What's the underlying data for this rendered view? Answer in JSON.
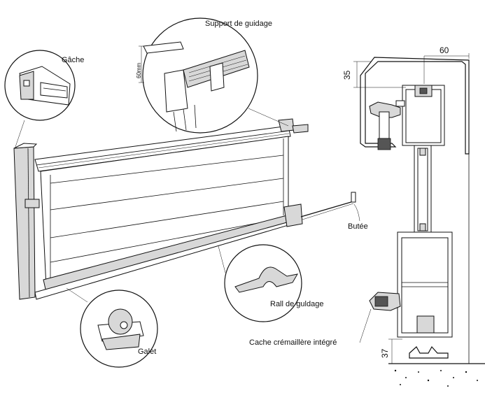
{
  "labels": {
    "support": "Support de guidage",
    "gache": "Gâche",
    "butee": "Butée",
    "rail": "Rall de guldage",
    "galet": "Galet",
    "cache": "Cache crémaillère intégré",
    "height_60mm": "60mm"
  },
  "dimensions": {
    "width_top": "60",
    "height_top": "35",
    "height_bottom": "37"
  }
}
